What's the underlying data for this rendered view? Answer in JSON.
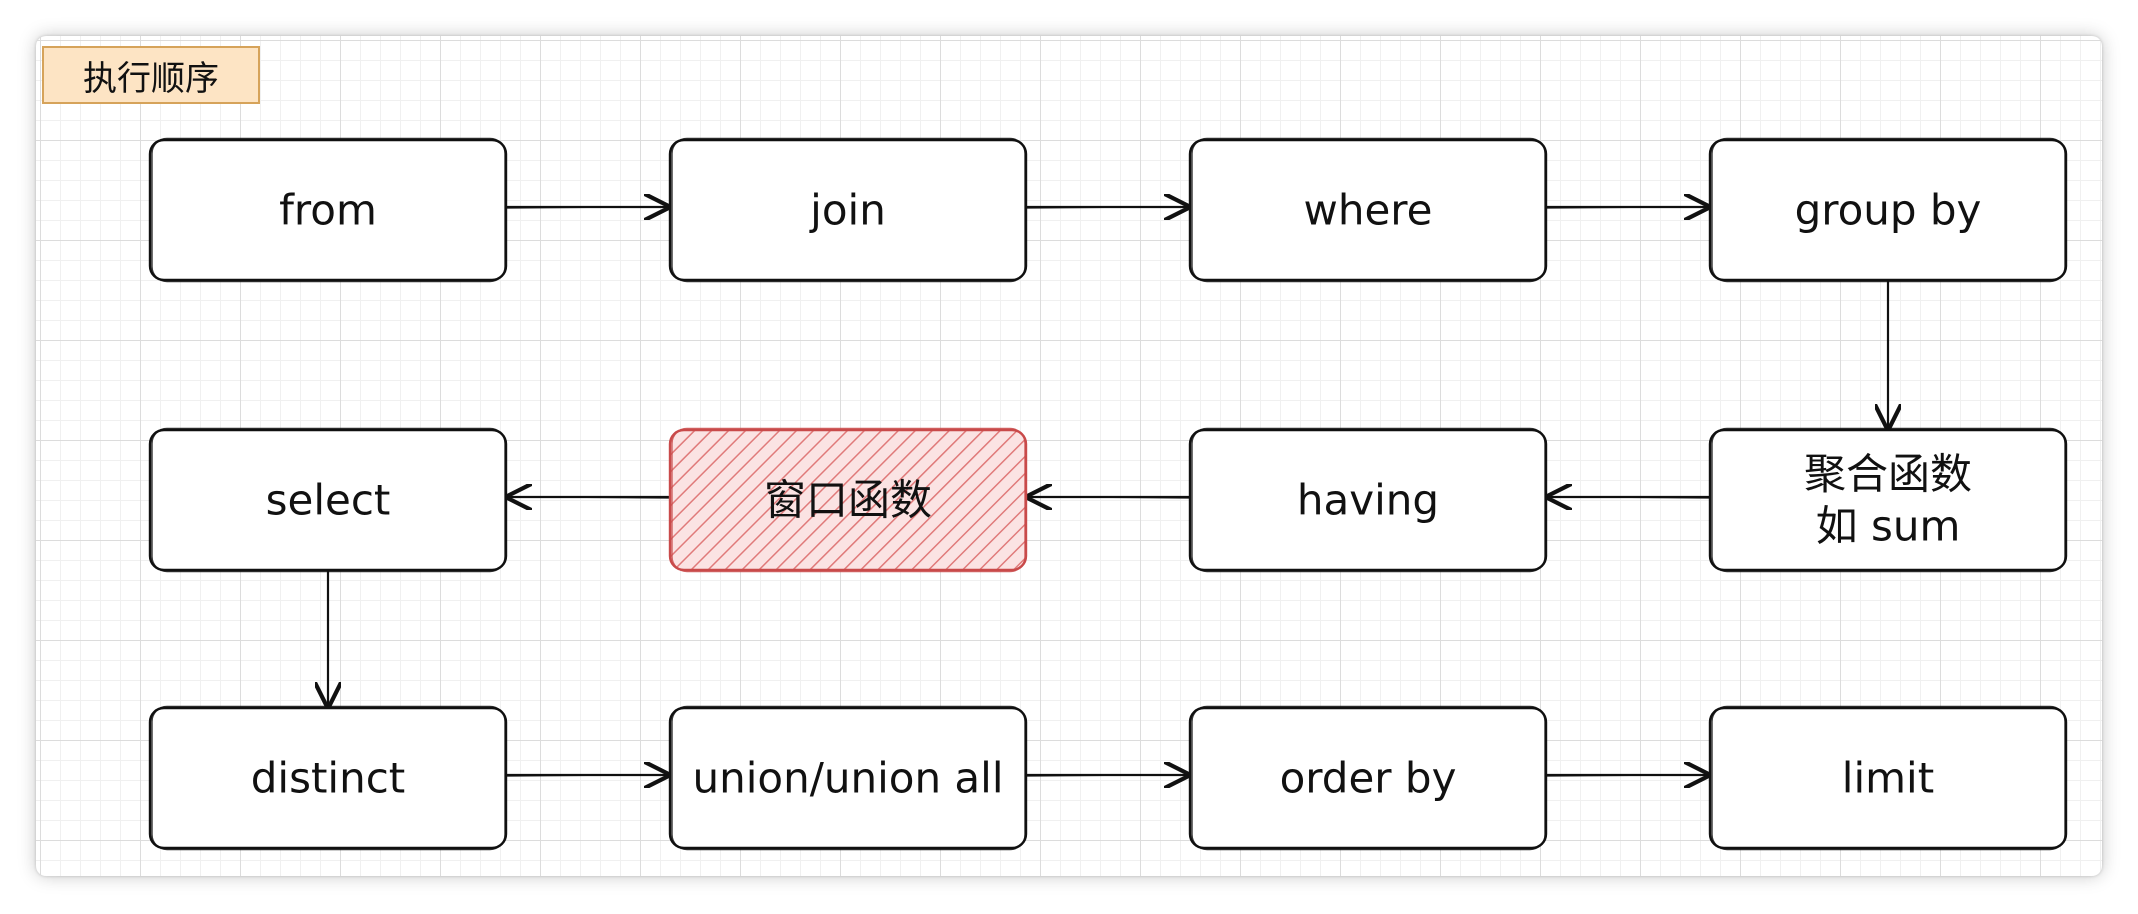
{
  "title": "执行顺序",
  "nodes": [
    {
      "id": "from",
      "label": "from"
    },
    {
      "id": "join",
      "label": "join"
    },
    {
      "id": "where",
      "label": "where"
    },
    {
      "id": "group-by",
      "label": "group by"
    },
    {
      "id": "aggregate",
      "label": "聚合函数",
      "label2": "如 sum"
    },
    {
      "id": "having",
      "label": "having"
    },
    {
      "id": "window",
      "label": "窗口函数",
      "highlight": true
    },
    {
      "id": "select",
      "label": "select"
    },
    {
      "id": "distinct",
      "label": "distinct"
    },
    {
      "id": "union",
      "label": "union/union all"
    },
    {
      "id": "order-by",
      "label": "order by"
    },
    {
      "id": "limit",
      "label": "limit"
    }
  ],
  "edges": [
    [
      "from",
      "join"
    ],
    [
      "join",
      "where"
    ],
    [
      "where",
      "group-by"
    ],
    [
      "group-by",
      "aggregate"
    ],
    [
      "aggregate",
      "having"
    ],
    [
      "having",
      "window"
    ],
    [
      "window",
      "select"
    ],
    [
      "select",
      "distinct"
    ],
    [
      "distinct",
      "union"
    ],
    [
      "union",
      "order-by"
    ],
    [
      "order-by",
      "limit"
    ]
  ],
  "colors": {
    "stroke": "#111111",
    "highlight_fill": "#f4b8b8",
    "highlight_stroke": "#c94a4a",
    "title_fill": "#fde4c4",
    "title_stroke": "#d6a35a"
  }
}
